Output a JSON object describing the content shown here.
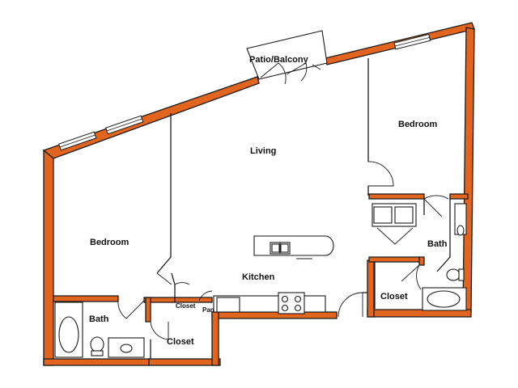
{
  "colors": {
    "exterior_wall": "#e2651f",
    "line": "#1a1a1a",
    "background": "#ffffff"
  },
  "rooms": {
    "patio": "Patio/Balcony",
    "living": "Living",
    "bedroom_right": "Bedroom",
    "bedroom_left": "Bedroom",
    "kitchen": "Kitchen",
    "bath_right": "Bath",
    "bath_left": "Bath",
    "closet_right": "Closet",
    "closet_bottom": "Closet",
    "closet_small": "Closet",
    "pantry": "Pan"
  },
  "icons": {
    "window": "window-icon",
    "door": "door-swing-icon",
    "sink": "sink-icon",
    "stove": "stove-icon",
    "toilet": "toilet-icon",
    "tub": "bathtub-icon",
    "washer_dryer": "washer-dryer-icon"
  }
}
